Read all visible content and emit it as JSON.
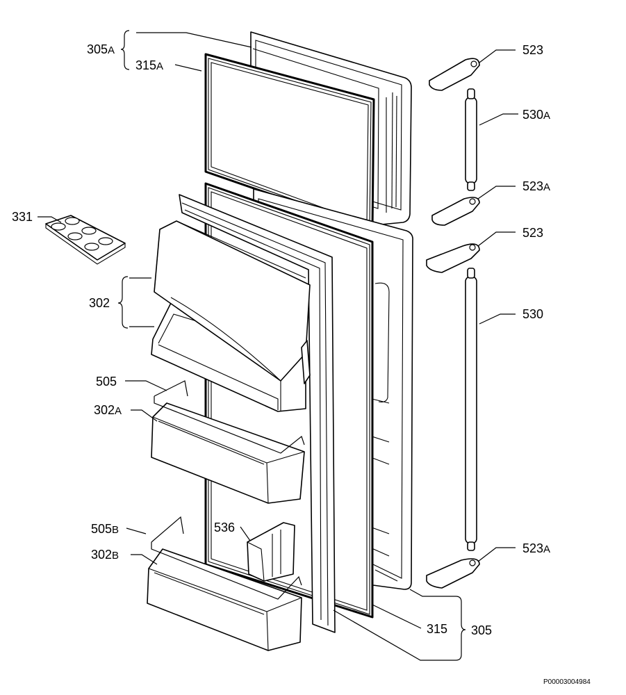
{
  "diagram": {
    "reference_code": "P00003004984",
    "labels": {
      "l305A": {
        "num": "305",
        "suffix": "A"
      },
      "l315A": {
        "num": "315",
        "suffix": "A"
      },
      "l331": {
        "num": "331",
        "suffix": ""
      },
      "l302": {
        "num": "302",
        "suffix": ""
      },
      "l505": {
        "num": "505",
        "suffix": ""
      },
      "l302A": {
        "num": "302",
        "suffix": "A"
      },
      "l505B": {
        "num": "505",
        "suffix": "B"
      },
      "l536": {
        "num": "536",
        "suffix": ""
      },
      "l302B": {
        "num": "302",
        "suffix": "B"
      },
      "l523a": {
        "num": "523",
        "suffix": ""
      },
      "l530A": {
        "num": "530",
        "suffix": "A"
      },
      "l523A1": {
        "num": "523",
        "suffix": "A"
      },
      "l523b": {
        "num": "523",
        "suffix": ""
      },
      "l530": {
        "num": "530",
        "suffix": ""
      },
      "l523A2": {
        "num": "523",
        "suffix": "A"
      },
      "l315": {
        "num": "315",
        "suffix": ""
      },
      "l305": {
        "num": "305",
        "suffix": ""
      }
    }
  }
}
